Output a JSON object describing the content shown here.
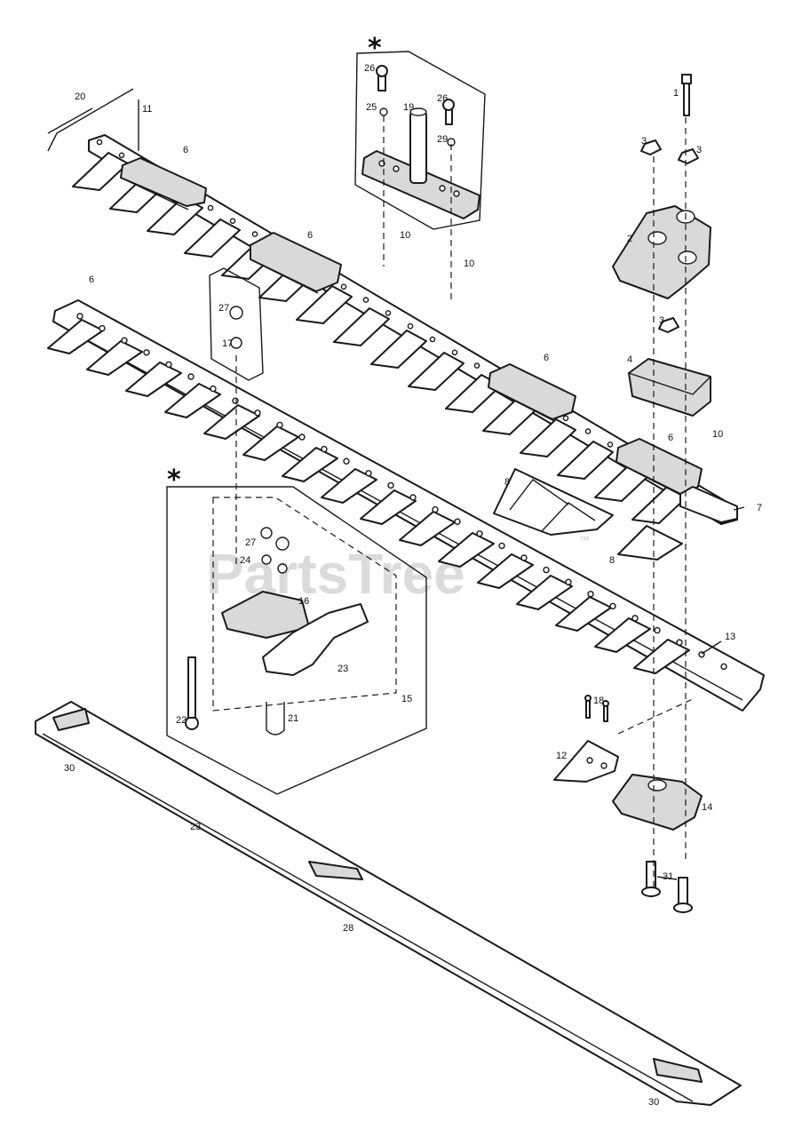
{
  "watermark": {
    "text": "PartsTree",
    "trademark": "™"
  },
  "kit_marker": "*",
  "callouts": {
    "c1": "1",
    "c2": "2",
    "c3a": "3",
    "c3b": "3",
    "c3c": "3",
    "c4": "4",
    "c6a": "6",
    "c6b": "6",
    "c6c": "6",
    "c6d": "6",
    "c6e": "6",
    "c7": "7",
    "c8a": "8",
    "c8b": "8",
    "c10a": "10",
    "c10b": "10",
    "c10c": "10",
    "c11": "11",
    "c12": "12",
    "c13": "13",
    "c14": "14",
    "c15": "15",
    "c16": "16",
    "c17": "17",
    "c18": "18",
    "c19": "19",
    "c20": "20",
    "c21": "21",
    "c22": "22",
    "c23a": "23",
    "c23b": "23",
    "c24": "24",
    "c25": "25",
    "c26a": "26",
    "c26b": "26",
    "c27a": "27",
    "c27b": "27",
    "c28": "28",
    "c29": "29",
    "c30a": "30",
    "c30b": "30",
    "c31": "31"
  }
}
